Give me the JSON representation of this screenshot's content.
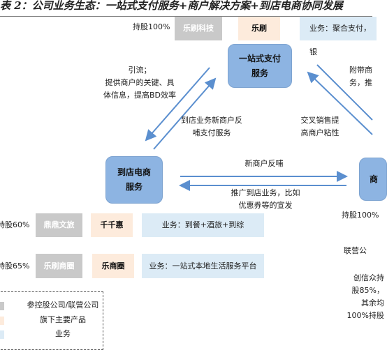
{
  "title": "表 2：公司业务生态：一站式支付服务+商户解决方案+到店电商协同发展",
  "top": {
    "stake": "持股100%",
    "company": "乐刷科技",
    "product": "乐刷",
    "business": "业务：聚合支付，银"
  },
  "nodes": {
    "payment_line1": "一站式支付",
    "payment_line2": "服务",
    "ecom_line1": "到店电商",
    "ecom_line2": "服务",
    "right_partial": "商"
  },
  "edges": {
    "left_top": [
      "引流；",
      "提供商户的关键、具",
      "体信息，提高BD效率"
    ],
    "middle": [
      "到店业务新商户反",
      "哺支付服务"
    ],
    "cross": [
      "交叉销售提",
      "高商户粘性"
    ],
    "right_top": [
      "附带商",
      "务，推"
    ],
    "new_merchant": "新商户反哺",
    "promote": [
      "推广到店业务，比如",
      "优惠券等的宣发"
    ]
  },
  "row1": {
    "stake": "持股60%",
    "company": "鼎鼎文旅",
    "product": "千千惠",
    "business": "业务：到餐+酒旅+到综"
  },
  "row2": {
    "stake": "持股65%",
    "company": "乐刷商圈",
    "product": "乐商圈",
    "business": "业务：一站式本地生活服务平台"
  },
  "right_side": {
    "stake": "持股100%",
    "joint": "联营公",
    "text": [
      "创信众持",
      "股85%，",
      "其余均",
      "100%持股"
    ]
  },
  "legend": {
    "items": [
      "参控股公司/联营公司",
      "旗下主要产品",
      "业务"
    ],
    "colors": [
      "#c9c9c9",
      "#fdebdc",
      "#dcebf6"
    ]
  }
}
